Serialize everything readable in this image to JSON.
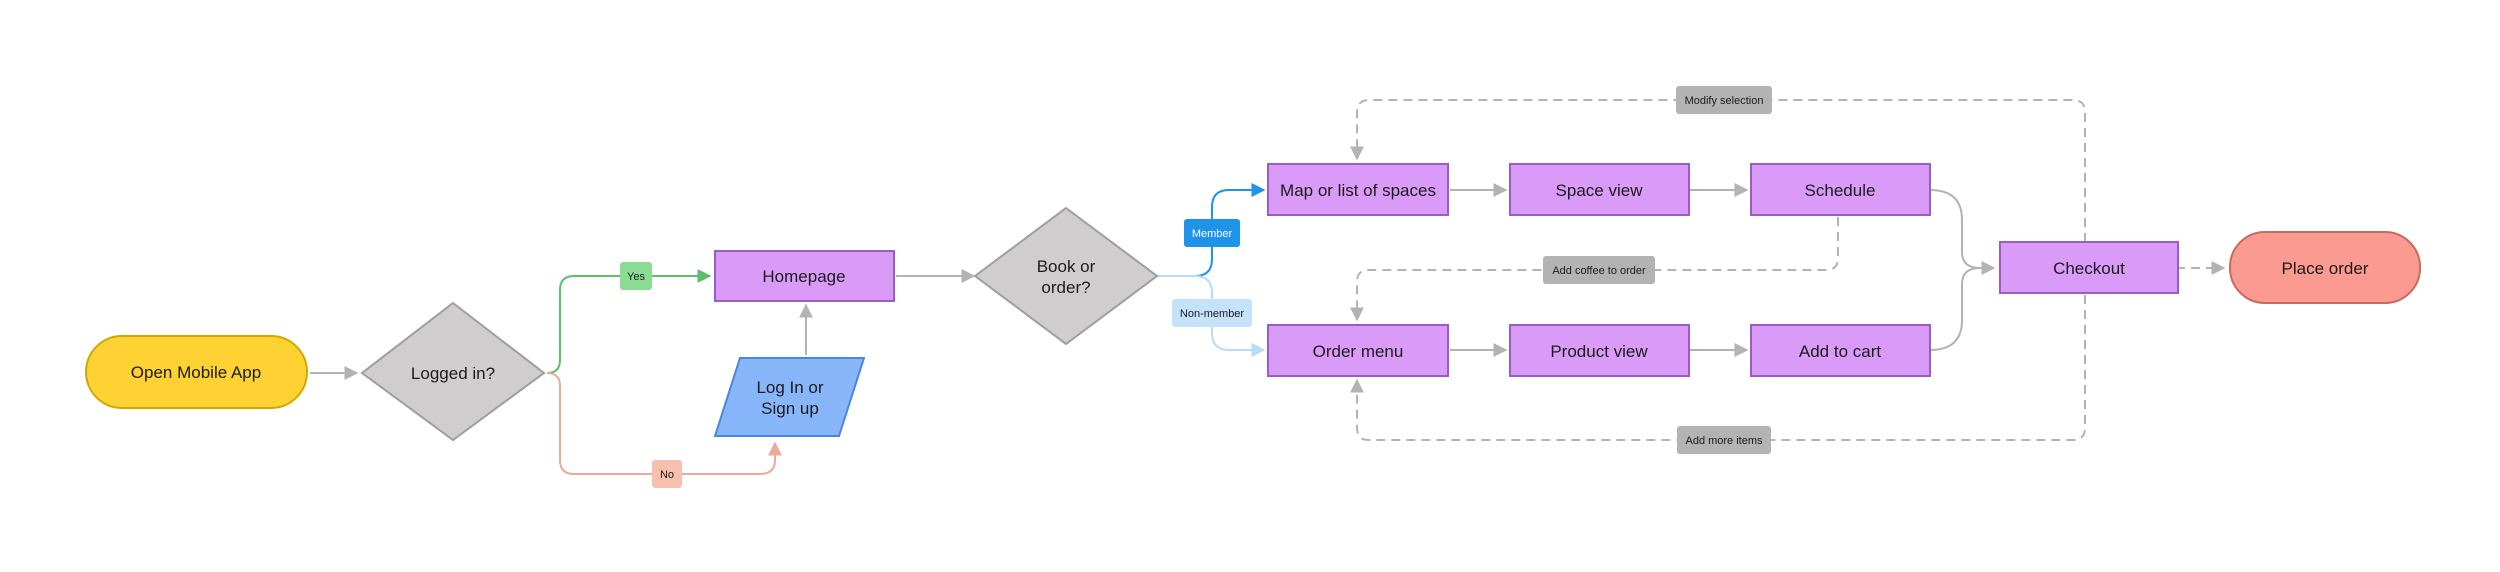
{
  "nodes": {
    "open_app": "Open Mobile App",
    "logged_in": "Logged in?",
    "homepage": "Homepage",
    "login_line1": "Log In or",
    "login_line2": "Sign up",
    "book_line1": "Book or",
    "book_line2": "order?",
    "map_list": "Map or list of spaces",
    "space_view": "Space view",
    "schedule": "Schedule",
    "order_menu": "Order menu",
    "product_view": "Product view",
    "add_to_cart": "Add to cart",
    "checkout": "Checkout",
    "place_order": "Place order"
  },
  "labels": {
    "yes": "Yes",
    "no": "No",
    "member": "Member",
    "non_member": "Non-member",
    "modify_selection": "Modify selection",
    "add_coffee": "Add coffee to order",
    "add_more": "Add more items"
  },
  "colors": {
    "terminal_start": "#ffd233",
    "decision": "#cfcdcd",
    "process": "#d99bf7",
    "io": "#88b6fa",
    "terminal_end": "#fa9a90",
    "yes_edge": "#5cbf6b",
    "no_edge": "#f0a898",
    "member_edge": "#1e94e8",
    "non_member_edge": "#b7dcfa",
    "default_edge": "#b3b3b3"
  }
}
